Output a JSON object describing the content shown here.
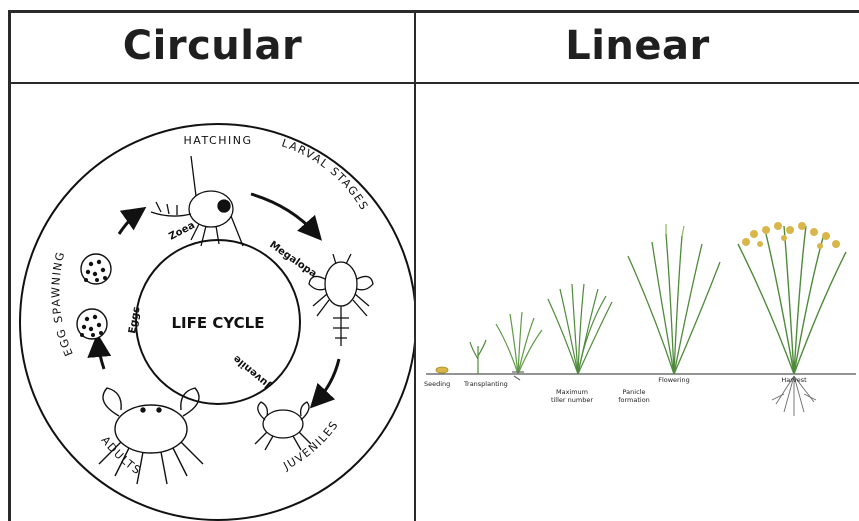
{
  "headers": {
    "left": "Circular",
    "right": "Linear"
  },
  "circular": {
    "center_label": "LIFE CYCLE",
    "stages": {
      "hatching": "HATCHING",
      "larval": "LARVAL STAGES",
      "juveniles": "JUVENILES",
      "adults": "ADULTS",
      "spawning": "EGG SPAWNING"
    },
    "inner_labels": {
      "zoea": "Zoea",
      "megalopa": "Megalopa",
      "juvenile": "Juvenile",
      "eggs": "Eggs"
    }
  },
  "linear": {
    "stages": [
      "Seeding",
      "Transplanting",
      "Maximum",
      "tiller number",
      "Panicle",
      "formation",
      "Flowering",
      "Harvest"
    ]
  },
  "colors": {
    "border": "#2a2a2a",
    "plant_green": "#4f8a3a",
    "plant_light": "#8fbf6a",
    "grain": "#d9b64a",
    "root": "#6b6b6b"
  }
}
